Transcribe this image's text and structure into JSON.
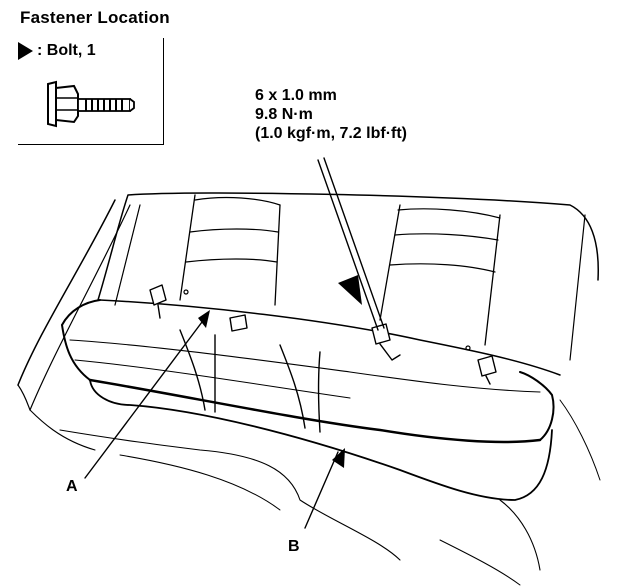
{
  "header": {
    "title": "Fastener Location"
  },
  "legend": {
    "bolt_label": ": Bolt, 1"
  },
  "spec": {
    "line1": "6 x 1.0 mm",
    "line2": "9.8 N·m",
    "line3": "(1.0 kgf·m, 7.2 lbf·ft)"
  },
  "callouts": {
    "a": "A",
    "b": "B"
  }
}
